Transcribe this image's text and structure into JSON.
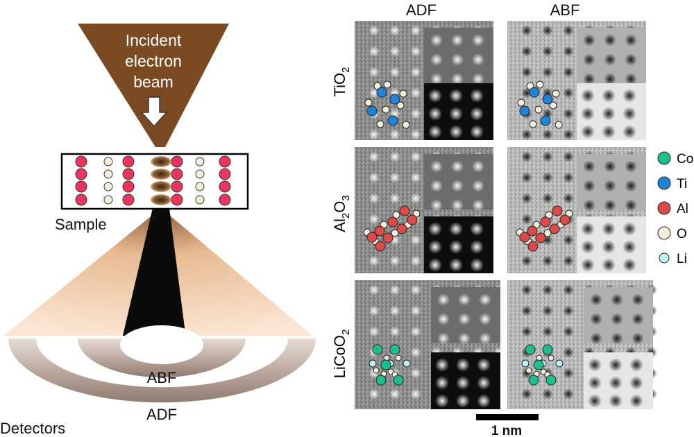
{
  "schematic": {
    "beam_label_lines": [
      "Incident",
      "electron",
      "beam"
    ],
    "sample_label": "Sample",
    "detectors_label": "Detectors",
    "inner_ring_label": "ABF",
    "outer_ring_label": "ADF"
  },
  "panel": {
    "column_headers": [
      "ADF",
      "ABF"
    ],
    "rows": [
      {
        "base": "TiO",
        "sub": "2"
      },
      {
        "base": "Al",
        "sub": "2",
        "mid": "O",
        "sub2": "3"
      },
      {
        "base": "LiCoO",
        "sub": "2"
      }
    ],
    "scale_bar": "1 nm"
  },
  "legend": [
    {
      "label": "Co",
      "color": "#1dbf8f"
    },
    {
      "label": "Ti",
      "color": "#1f84d6"
    },
    {
      "label": "Al",
      "color": "#dc4a4a"
    },
    {
      "label": "O",
      "color": "#f4efdc"
    },
    {
      "label": "Li",
      "color": "#bff1f1"
    }
  ],
  "colors": {
    "beam": "#7a4b22",
    "sample_atom": "#e8365f",
    "sample_light_atom": "#f5f0dc",
    "cone": "#f2cfae",
    "ring": "#c3b2a8"
  }
}
